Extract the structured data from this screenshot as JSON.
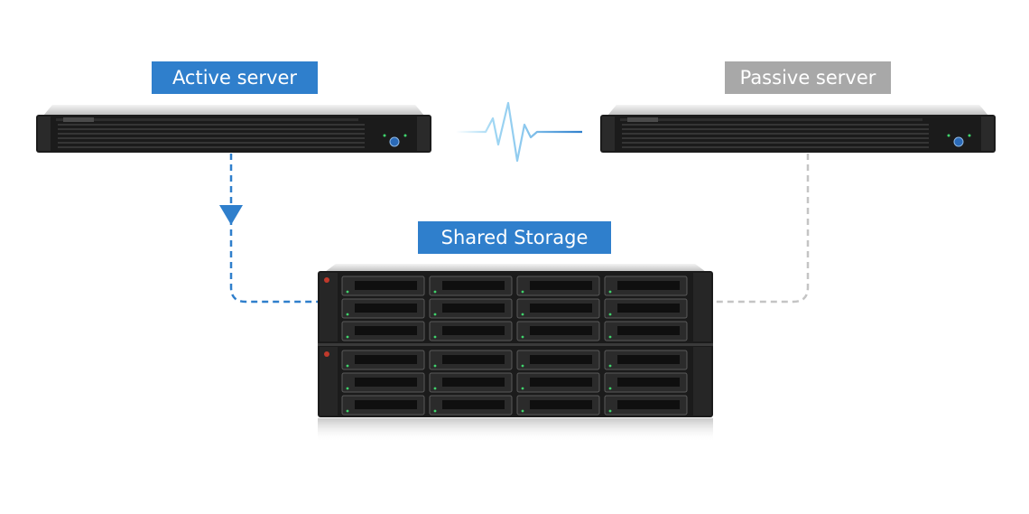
{
  "labels": {
    "active": "Active server",
    "passive": "Passive server",
    "storage": "Shared Storage"
  },
  "colors": {
    "active_accent": "#2f7fcc",
    "passive_accent": "#a8a8a8",
    "heartbeat": "#7ec4ea",
    "device_body": "#1b1b1b"
  },
  "icons": {
    "heartbeat": "heartbeat-pulse-icon",
    "flow_arrow": "arrow-down-icon"
  }
}
